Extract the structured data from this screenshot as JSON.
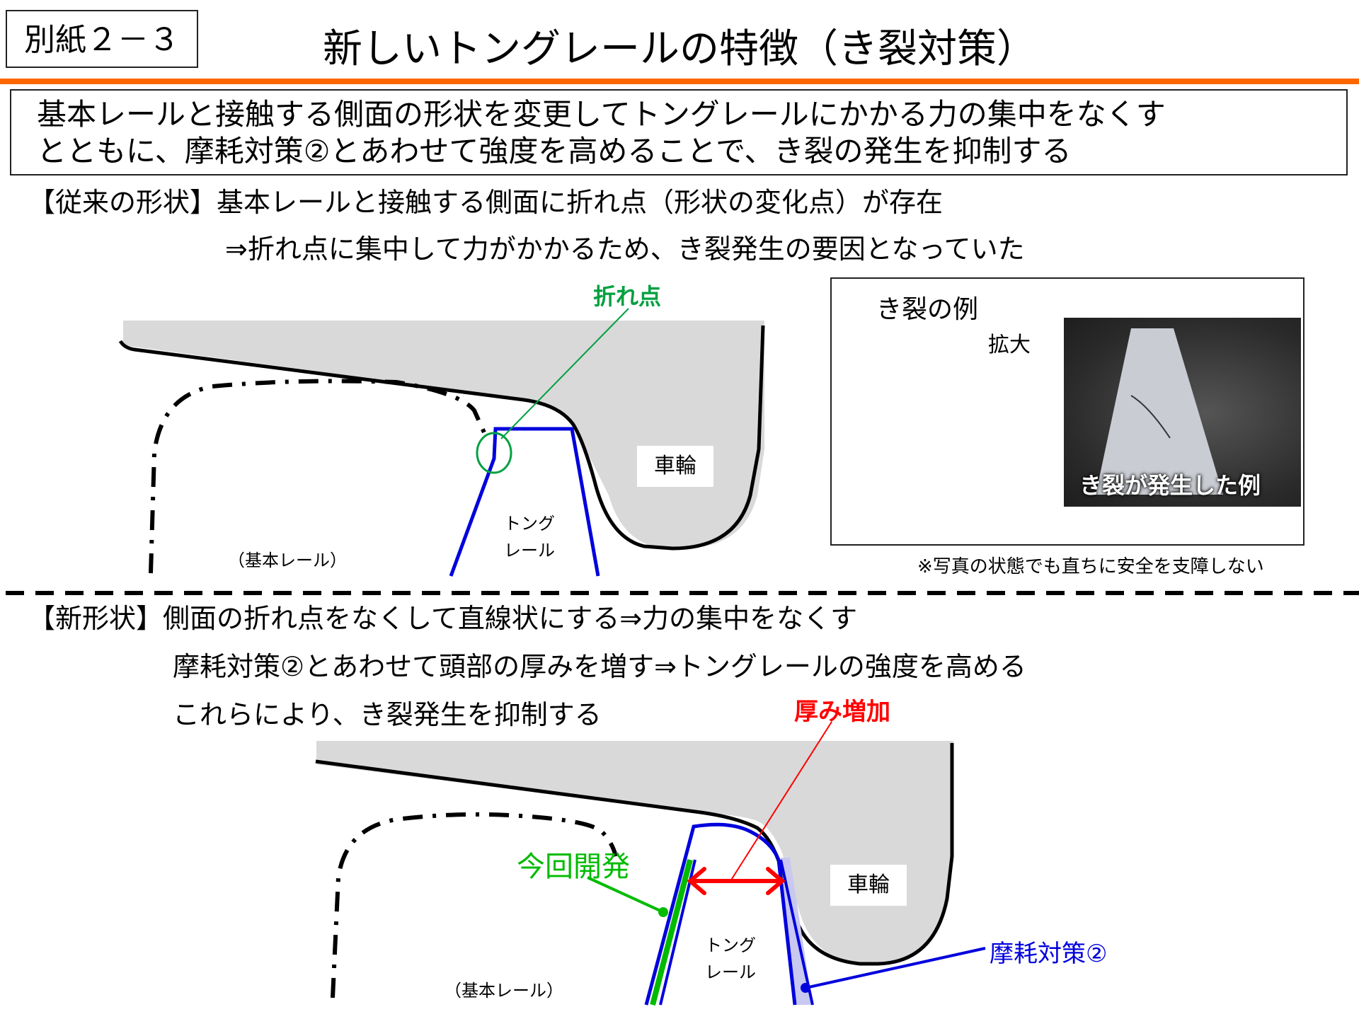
{
  "header": {
    "attachment_label": "別紙２－３",
    "title": "新しいトングレールの特徴（き裂対策）",
    "accent_color": "#ff6600"
  },
  "summary": {
    "line1": "基本レールと接触する側面の形状を変更してトングレールにかかる力の集中をなくす",
    "line2": "とともに、摩耗対策②とあわせて強度を高めることで、き裂の発生を抑制する"
  },
  "conventional": {
    "heading_line1": "【従来の形状】基本レールと接触する側面に折れ点（形状の変化点）が存在",
    "heading_line2": "⇒折れ点に集中して力がかかるため、き裂発生の要因となっていた",
    "diagram": {
      "break_point_label": "折れ点",
      "wheel_label": "車輪",
      "tongue_rail_label_line1": "トング",
      "tongue_rail_label_line2": "レール",
      "stock_rail_label": "（基本レール）",
      "colors": {
        "break_point": "#00a040",
        "tongue_rail": "#0000dd",
        "wheel_fill": "#d9d9d9"
      }
    },
    "crack_example": {
      "title": "き裂の例",
      "zoom_label": "拡大",
      "photo_caption": "き裂が発生した例",
      "note": "※写真の状態でも直ちに安全を支障しない"
    }
  },
  "new_shape": {
    "heading_line1": "【新形状】側面の折れ点をなくして直線状にする⇒力の集中をなくす",
    "heading_line2": "摩耗対策②とあわせて頭部の厚みを増す⇒トングレールの強度を高める",
    "heading_line3": "これらにより、き裂発生を抑制する",
    "diagram": {
      "thickness_label": "厚み増加",
      "this_development_label": "今回開発",
      "wheel_label": "車輪",
      "tongue_rail_label_line1": "トング",
      "tongue_rail_label_line2": "レール",
      "stock_rail_label": "（基本レール）",
      "wear_measure_label": "摩耗対策②",
      "colors": {
        "thickness": "#ff0000",
        "this_development": "#00bb00",
        "wear_measure": "#0000dd"
      }
    }
  }
}
